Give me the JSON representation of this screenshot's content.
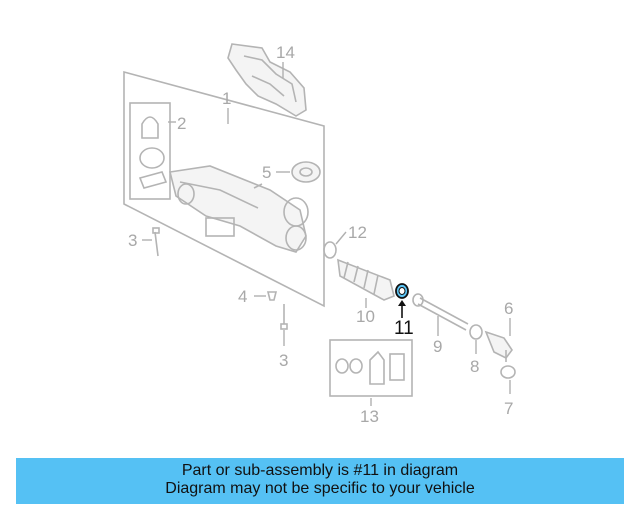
{
  "callouts": {
    "c1": "1",
    "c2": "2",
    "c3a": "3",
    "c3b": "3",
    "c4": "4",
    "c5": "5",
    "c6": "6",
    "c7": "7",
    "c8": "8",
    "c9": "9",
    "c10": "10",
    "c11": "11",
    "c12": "12",
    "c13": "13",
    "c14": "14"
  },
  "highlighted_part": "11",
  "banner": {
    "line1": "Part or sub-assembly is #11 in diagram",
    "line2": "Diagram may not be specific to your vehicle",
    "color": "#55c1f4"
  }
}
